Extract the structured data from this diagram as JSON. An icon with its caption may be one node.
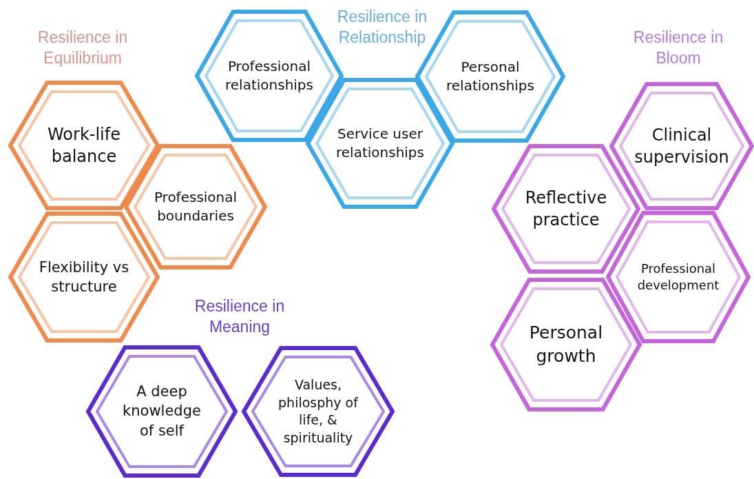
{
  "diagram": {
    "nodes": [
      {
        "text": [
          "Work-life balance"
        ]
      },
      {
        "text": [
          "Professional boundaries"
        ]
      },
      {
        "text": [
          "Flexibility vs structure"
        ]
      },
      {
        "text": [
          "Professional relationships"
        ]
      },
      {
        "text": [
          "Service user relationships"
        ]
      },
      {
        "text": [
          "Personal relationships"
        ]
      },
      {
        "text": [
          "Clinical supervision"
        ]
      },
      {
        "text": [
          "Reflective practice"
        ]
      },
      {
        "text": [
          "Professional development"
        ]
      },
      {
        "text": [
          "Personal growth"
        ]
      },
      {
        "text": [
          "A deep knowledge of self"
        ]
      },
      {
        "text": [
          "Values, philosphy of life, & spirituality"
        ]
      }
    ],
    "labels": [
      "Resilience in Relationship",
      "Resilience in Equilibrium",
      "Resilience in Bloom",
      "Resilience in Meaning"
    ]
  }
}
